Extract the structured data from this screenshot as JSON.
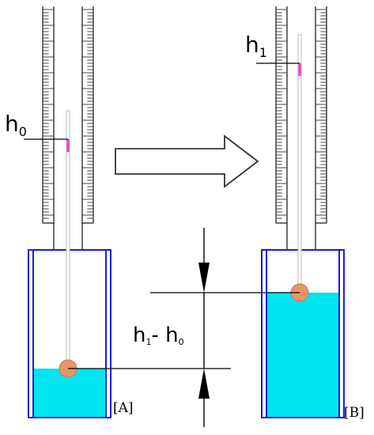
{
  "labels": {
    "h0_main": "h",
    "h0_sub": "0",
    "h1_main": "h",
    "h1_sub": "1",
    "diff_a_main": "h",
    "diff_a_sub": "1",
    "diff_op": "- h",
    "diff_b_sub": "0",
    "panel_a": "[A]",
    "panel_b": "[B]"
  },
  "colors": {
    "liquid": "#00e5f0",
    "beaker_outline": "#1a1adb",
    "float_ball": "#e8956a",
    "marker": "#ff33cc",
    "tube_line": "#333333",
    "scale_tick": "#444444"
  },
  "icons": {
    "transition": "right-arrow-icon",
    "dimension": "double-arrow-icon"
  }
}
